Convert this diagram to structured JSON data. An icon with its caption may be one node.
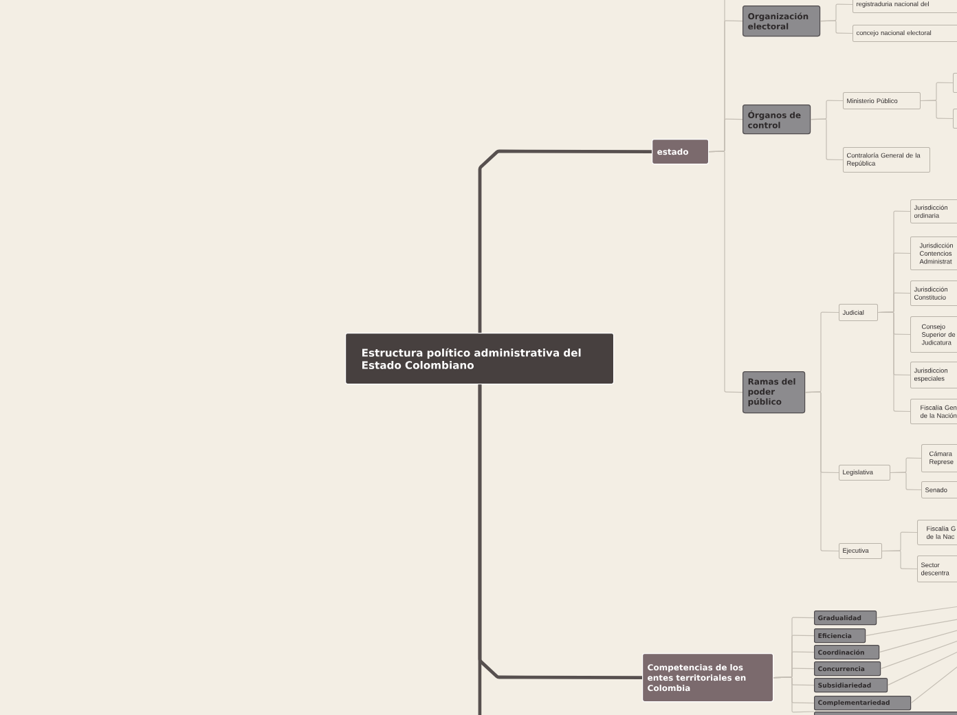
{
  "diagram": {
    "nodes": [
      {
        "text": [
          "Estructura político administrativa del Estado Colombiano"
        ]
      },
      {
        "text": [
          "estado"
        ]
      },
      {
        "text": [
          "Organización electoral"
        ]
      },
      {
        "text": [
          "registraduria nacional del"
        ]
      },
      {
        "text": [
          "concejo nacional electoral"
        ]
      },
      {
        "text": [
          "Órganos de control"
        ]
      },
      {
        "text": [
          "Ministerio Público"
        ]
      },
      {
        "text": [],
        "shape": "box"
      },
      {
        "text": [],
        "shape": "box"
      },
      {
        "text": [
          "Contraloría General de la República"
        ]
      },
      {
        "text": [
          "Ramas del poder público"
        ]
      },
      {
        "text": [
          "Judicial"
        ]
      },
      {
        "text": [
          "Jurisdicción ordinaria"
        ]
      },
      {
        "text": [
          "Jurisdicción Contencios Administrat"
        ]
      },
      {
        "text": [
          "Jurisdicción Constitucio"
        ]
      },
      {
        "text": [
          "Consejo Superior de Judicatura"
        ]
      },
      {
        "text": [
          "Jurisdiccion especiales"
        ]
      },
      {
        "text": [
          "Fiscalía Gen de la Nación"
        ]
      },
      {
        "text": [
          "Legislativa"
        ]
      },
      {
        "text": [
          "Cámara Represe"
        ]
      },
      {
        "text": [
          "Senado"
        ]
      },
      {
        "text": [
          "Ejecutiva"
        ]
      },
      {
        "text": [
          "Fiscalía G de la Nac"
        ]
      },
      {
        "text": [
          "Sector descentra"
        ]
      },
      {
        "text": [
          "Competencias de los entes territoriales en Colombia"
        ]
      },
      {
        "text": [
          "Gradualidad"
        ]
      },
      {
        "text": [
          "Eficiencia"
        ]
      },
      {
        "text": [
          "Coordinación"
        ]
      },
      {
        "text": [
          "Concurrencia"
        ]
      },
      {
        "text": [
          "Subsidiariedad"
        ]
      },
      {
        "text": [
          "Complementariedad"
        ]
      },
      {
        "text": [],
        "shape": "box"
      }
    ],
    "edges": [
      {
        "from": 0,
        "to": 1,
        "arrow": "none",
        "style": "thick",
        "color": "#57504f"
      },
      {
        "from": 0,
        "to": 24,
        "arrow": "none",
        "style": "thick",
        "color": "#57504f"
      },
      {
        "from": 0,
        "to": null,
        "arrow": "none",
        "style": "thick",
        "color": "#57504f"
      },
      {
        "from": 1,
        "to": null,
        "arrow": "none"
      },
      {
        "from": 1,
        "to": 2,
        "arrow": "none"
      },
      {
        "from": 1,
        "to": 5,
        "arrow": "none"
      },
      {
        "from": 1,
        "to": 10,
        "arrow": "none"
      },
      {
        "from": 2,
        "to": 3,
        "arrow": "none"
      },
      {
        "from": 2,
        "to": 4,
        "arrow": "none"
      },
      {
        "from": 5,
        "to": 6,
        "arrow": "none"
      },
      {
        "from": 5,
        "to": 9,
        "arrow": "none"
      },
      {
        "from": 6,
        "to": 7,
        "arrow": "none"
      },
      {
        "from": 6,
        "to": 8,
        "arrow": "none"
      },
      {
        "from": 10,
        "to": 11,
        "arrow": "none"
      },
      {
        "from": 10,
        "to": 18,
        "arrow": "none"
      },
      {
        "from": 10,
        "to": 21,
        "arrow": "none"
      },
      {
        "from": 11,
        "to": 12,
        "arrow": "none"
      },
      {
        "from": 11,
        "to": 13,
        "arrow": "none"
      },
      {
        "from": 11,
        "to": 14,
        "arrow": "none"
      },
      {
        "from": 11,
        "to": 15,
        "arrow": "none"
      },
      {
        "from": 11,
        "to": 16,
        "arrow": "none"
      },
      {
        "from": 11,
        "to": 17,
        "arrow": "none"
      },
      {
        "from": 18,
        "to": 19,
        "arrow": "none"
      },
      {
        "from": 18,
        "to": 20,
        "arrow": "none"
      },
      {
        "from": 21,
        "to": 22,
        "arrow": "none"
      },
      {
        "from": 21,
        "to": 23,
        "arrow": "none"
      },
      {
        "from": 24,
        "to": 25,
        "arrow": "none"
      },
      {
        "from": 24,
        "to": 26,
        "arrow": "none"
      },
      {
        "from": 24,
        "to": 27,
        "arrow": "none"
      },
      {
        "from": 24,
        "to": 28,
        "arrow": "none"
      },
      {
        "from": 24,
        "to": 29,
        "arrow": "none"
      },
      {
        "from": 24,
        "to": 30,
        "arrow": "none"
      },
      {
        "from": 24,
        "to": 31,
        "arrow": "none"
      },
      {
        "from": 25,
        "to": null,
        "arrow": "none"
      },
      {
        "from": 26,
        "to": null,
        "arrow": "none"
      },
      {
        "from": 27,
        "to": null,
        "arrow": "none"
      },
      {
        "from": 28,
        "to": null,
        "arrow": "none"
      },
      {
        "from": 29,
        "to": null,
        "arrow": "none"
      },
      {
        "from": 30,
        "to": null,
        "arrow": "none"
      }
    ]
  }
}
